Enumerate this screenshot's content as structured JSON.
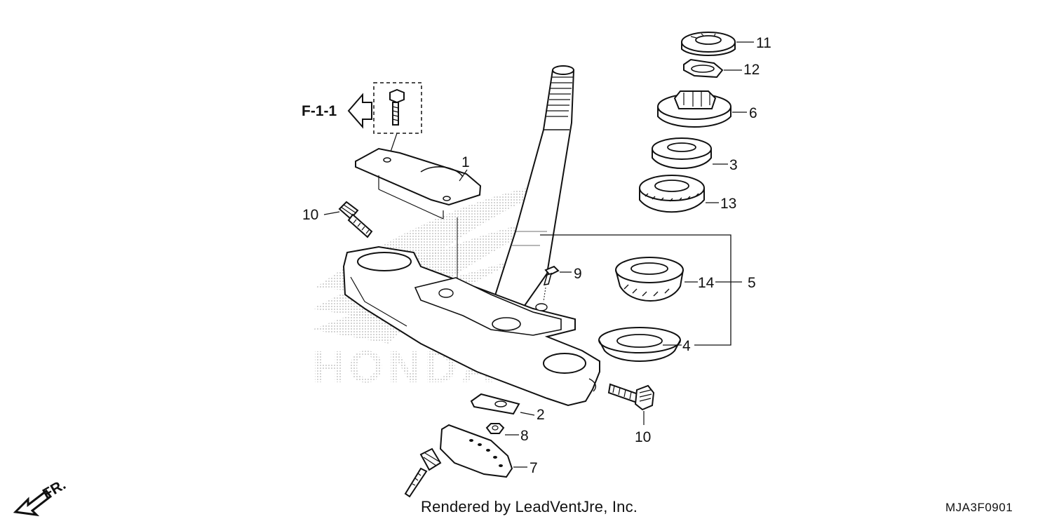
{
  "diagram": {
    "section_ref": "F-1-1",
    "front_indicator": "FR.",
    "watermark": "HONDA",
    "credit": "Rendered by LeadVentJre, Inc.",
    "ref_code": "MJA3F0901"
  },
  "parts": [
    {
      "id": "p1",
      "label": "1"
    },
    {
      "id": "p2",
      "label": "2"
    },
    {
      "id": "p3",
      "label": "3"
    },
    {
      "id": "p4",
      "label": "4"
    },
    {
      "id": "p5",
      "label": "5"
    },
    {
      "id": "p6",
      "label": "6"
    },
    {
      "id": "p7",
      "label": "7"
    },
    {
      "id": "p8",
      "label": "8"
    },
    {
      "id": "p9",
      "label": "9"
    },
    {
      "id": "p10a",
      "label": "10"
    },
    {
      "id": "p10b",
      "label": "10"
    },
    {
      "id": "p11",
      "label": "11"
    },
    {
      "id": "p12",
      "label": "12"
    },
    {
      "id": "p13",
      "label": "13"
    },
    {
      "id": "p14",
      "label": "14"
    }
  ],
  "colors": {
    "line": "#111111",
    "watermark": "#c8c8c8"
  }
}
